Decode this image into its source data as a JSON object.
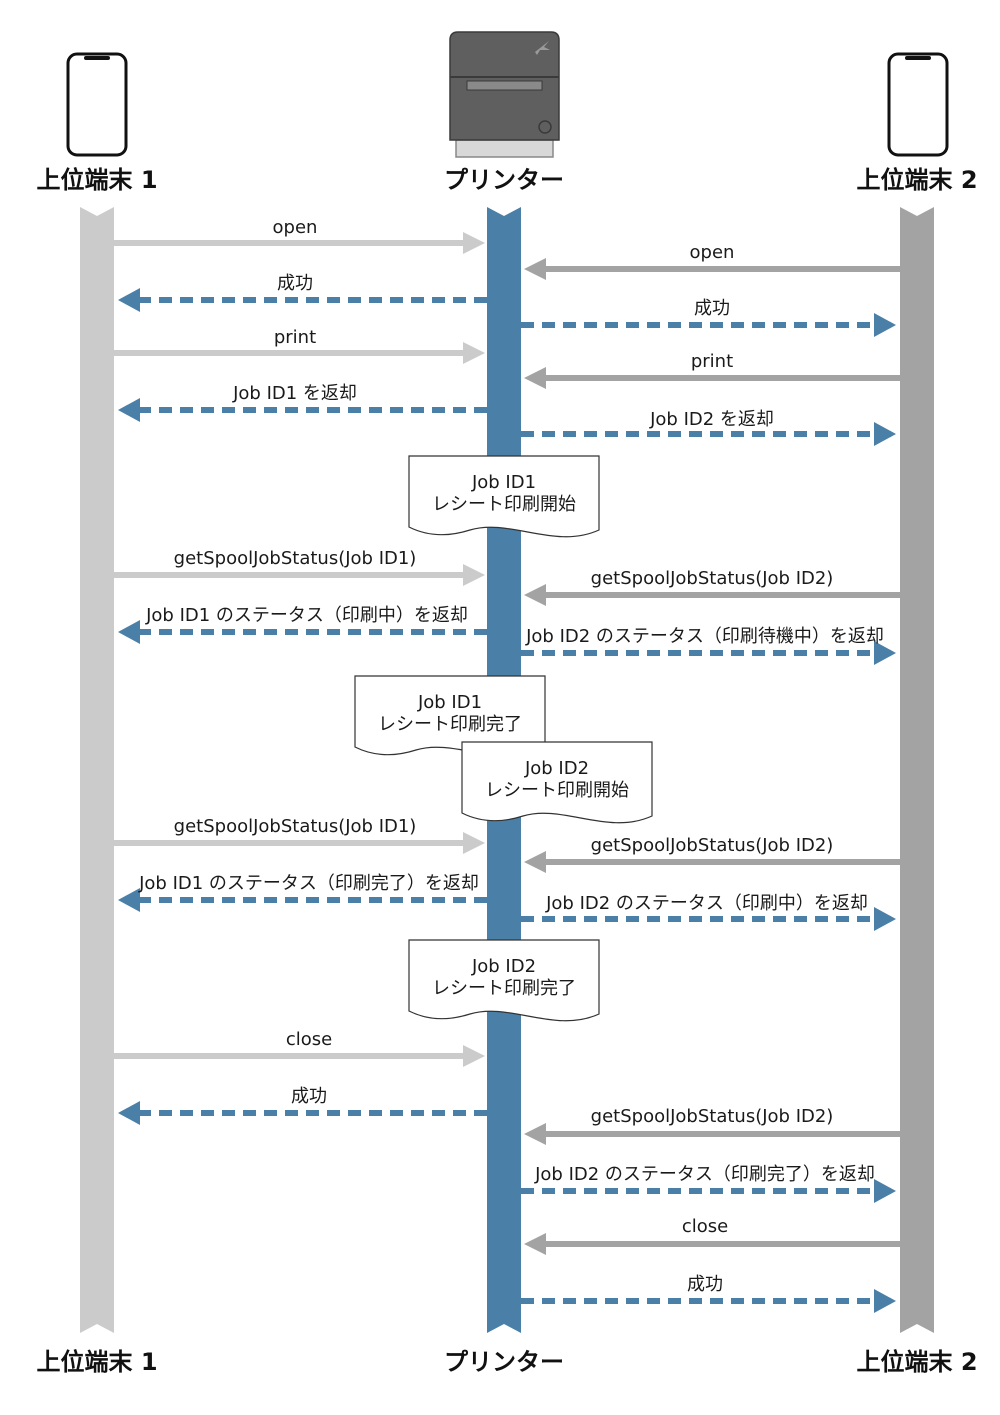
{
  "actors": {
    "host1": {
      "label": "上位端末 1"
    },
    "printer": {
      "label": "プリンター"
    },
    "host2": {
      "label": "上位端末 2"
    }
  },
  "colors": {
    "host1_line": "#cbcbcb",
    "printer_line": "#4a7fa8",
    "host2_line": "#a3a3a3",
    "host1_arrow": "#cbcbcb",
    "host2_arrow": "#a3a3a3",
    "reply_arrow": "#4a7fa8",
    "printer_body": "#5f5f5f",
    "printer_base": "#d8d8d8"
  },
  "messages": [
    {
      "text": "open"
    },
    {
      "text": "open"
    },
    {
      "text": "成功"
    },
    {
      "text": "成功"
    },
    {
      "text": "print"
    },
    {
      "text": "print"
    },
    {
      "text": "Job ID1 を返却"
    },
    {
      "text": "Job ID2 を返却"
    },
    {
      "text": "getSpoolJobStatus(Job ID1)"
    },
    {
      "text": "getSpoolJobStatus(Job ID2)"
    },
    {
      "text": "Job ID1 のステータス（印刷中）を返却"
    },
    {
      "text": "Job ID2 のステータス（印刷待機中）を返却"
    },
    {
      "text": "getSpoolJobStatus(Job ID1)"
    },
    {
      "text": "getSpoolJobStatus(Job ID2)"
    },
    {
      "text": "Job ID1 のステータス（印刷完了）を返却"
    },
    {
      "text": "Job ID2 のステータス（印刷中）を返却"
    },
    {
      "text": "close"
    },
    {
      "text": "成功"
    },
    {
      "text": "getSpoolJobStatus(Job ID2)"
    },
    {
      "text": "Job ID2 のステータス（印刷完了）を返却"
    },
    {
      "text": "close"
    },
    {
      "text": "成功"
    }
  ],
  "notes": [
    {
      "line1": "Job ID1",
      "line2": "レシート印刷開始"
    },
    {
      "line1": "Job ID1",
      "line2": "レシート印刷完了"
    },
    {
      "line1": "Job ID2",
      "line2": "レシート印刷開始"
    },
    {
      "line1": "Job ID2",
      "line2": "レシート印刷完了"
    }
  ]
}
